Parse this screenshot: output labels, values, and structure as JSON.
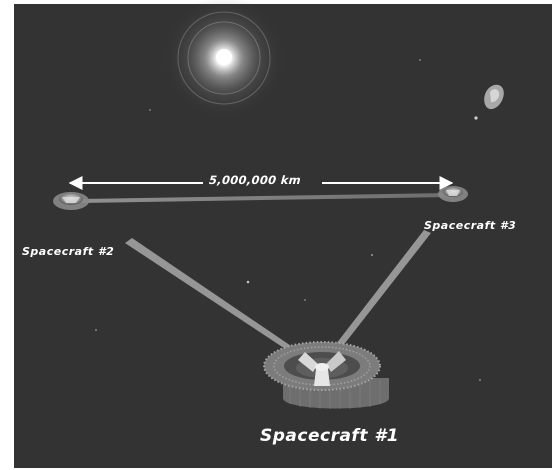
{
  "diagram": {
    "distance_label": "5,000,000 km",
    "spacecraft": [
      {
        "id": "sc1",
        "label": "Spacecraft #1"
      },
      {
        "id": "sc2",
        "label": "Spacecraft #2"
      },
      {
        "id": "sc3",
        "label": "Spacecraft #3"
      }
    ]
  },
  "colors": {
    "space_background": "#333333",
    "page_margin": "#ffffff",
    "label_text": "#ffffff",
    "sun": "#ffffff",
    "laser_beam": "#9a9a9a"
  },
  "icons": [
    "sun-icon",
    "spacecraft-icon",
    "asteroid-icon",
    "double-arrow-icon"
  ]
}
